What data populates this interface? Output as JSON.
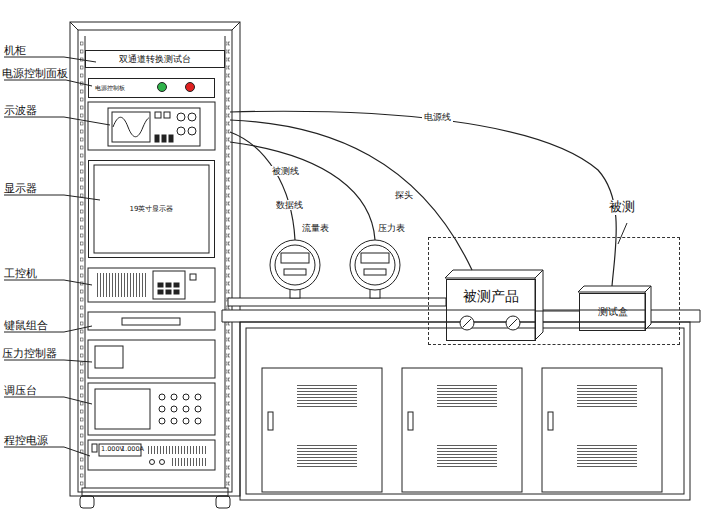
{
  "diagram": {
    "nodes": [
      {
        "text": [
          "双通道转换测试台"
        ]
      },
      {
        "text": [
          "电源控制板"
        ]
      },
      {
        "text": [
          "19英寸显示器"
        ]
      },
      {
        "text": [
          "被测"
        ]
      },
      {
        "text": [
          "被测产品"
        ],
        "in": 3
      },
      {
        "text": [
          "测试盒"
        ],
        "in": 3
      }
    ],
    "edges": [
      {
        "from": 4,
        "to": 5,
        "arrow": "none"
      }
    ],
    "labels": [
      "机柜",
      "电源控制面板",
      "示波器",
      "显示器",
      "工控机",
      "键鼠组合",
      "压力控制器",
      "调压台",
      "程控电源",
      "电源线",
      "被测线",
      "数据线",
      "探头",
      "流量表",
      "压力表",
      "1.000V",
      "1.000A"
    ]
  }
}
